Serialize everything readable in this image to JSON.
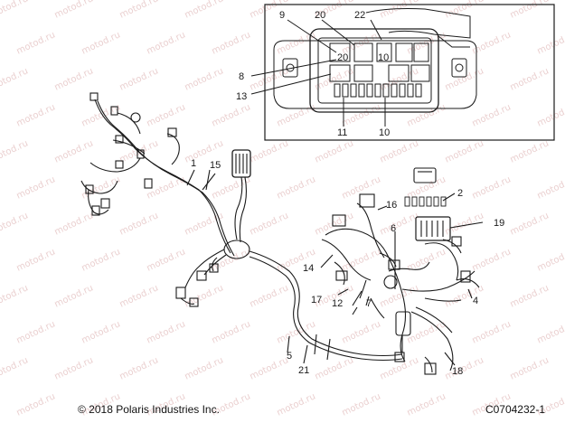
{
  "footer": {
    "copyright": "© 2018 Polaris Industries Inc.",
    "part_code": "C0704232-1"
  },
  "watermark": "motod.ru",
  "callouts": {
    "n1": "1",
    "n2": "2",
    "n4": "4",
    "n5": "5",
    "n6": "6",
    "n7": "7",
    "n8": "8",
    "n9": "9",
    "n10": "10",
    "n11": "11",
    "n12": "12",
    "n13": "13",
    "n14": "14",
    "n15": "15",
    "n16": "16",
    "n17": "17",
    "n18": "18",
    "n19": "19",
    "n20": "20",
    "n21": "21",
    "n22": "22"
  },
  "fuse_labels": {
    "f20": "20",
    "f10": "10"
  },
  "colors": {
    "line": "#1a1a1a",
    "watermark": "#d9a9a9",
    "background": "#ffffff"
  }
}
